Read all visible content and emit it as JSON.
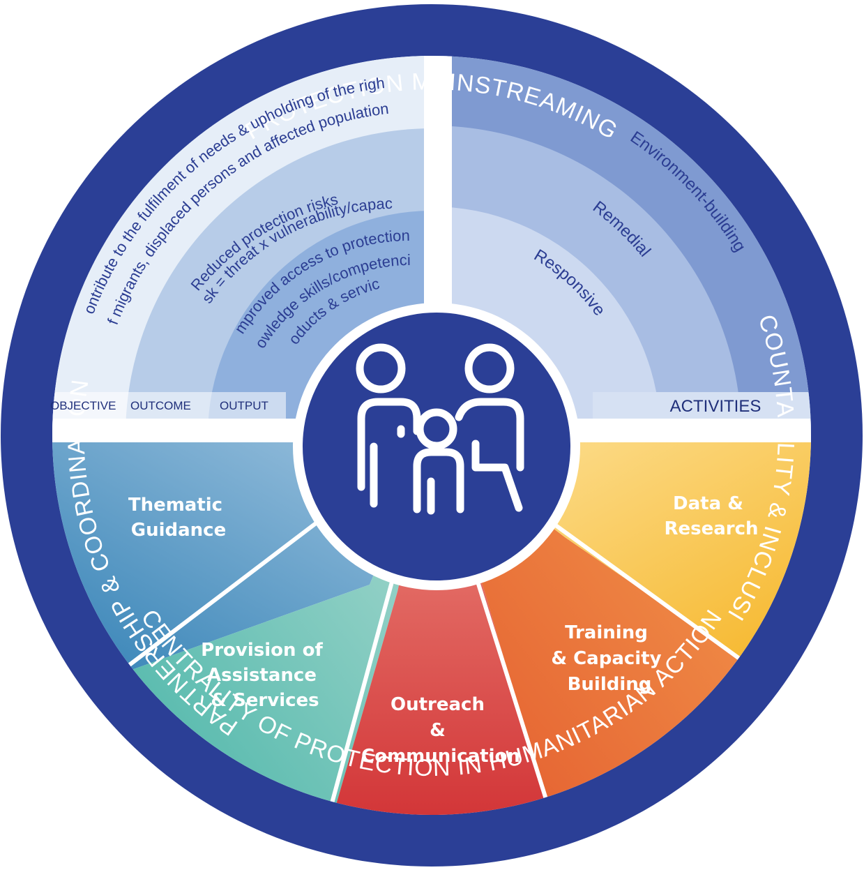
{
  "ring": {
    "top": "PROTECTION MAINSTREAMING",
    "left": "PARTNERSHIP & COORDINATION",
    "right": "ACCOUNTABILITY & INCLUSION",
    "bottom": "CENTRALITY OF PROTECTION IN HUMANITARIAN ACTION"
  },
  "results_chain": {
    "objective": {
      "label": "OBJECTIVE",
      "lines": [
        "Contribute to the fulfilment of needs & upholding of the rights",
        "of migrants, displaced persons and affected populations"
      ]
    },
    "outcome": {
      "label": "OUTCOME",
      "lines": [
        "Reduced protection risks",
        "(Risk = threat x vulnerability/capacity)"
      ]
    },
    "output": {
      "label": "OUTPUT",
      "lines": [
        "Improved access to protection",
        "knowledge skills/competencies,",
        "products & services"
      ]
    }
  },
  "activities": {
    "label": "ACTIVITIES",
    "levels": [
      "Environment-building",
      "Remedial",
      "Responsive"
    ]
  },
  "segments": [
    {
      "lines": [
        "Thematic",
        "Guidance"
      ],
      "color_from": "#2f7fb4",
      "color_to": "#9ec3df"
    },
    {
      "lines": [
        "Provision of",
        "Assistance",
        "& Services"
      ],
      "color_from": "#3fb1a4",
      "color_to": "#a9d9cf"
    },
    {
      "lines": [
        "Outreach",
        "&",
        "Communication"
      ],
      "color_from": "#cf2a2e",
      "color_to": "#ec8a7e"
    },
    {
      "lines": [
        "Training",
        "& Capacity",
        "Building"
      ],
      "color_from": "#e2562b",
      "color_to": "#f39a4e"
    },
    {
      "lines": [
        "Data &",
        "Research"
      ],
      "color_from": "#f5b21f",
      "color_to": "#fde29a"
    }
  ],
  "colors": {
    "ring": "#2b3f96",
    "center": "#2b3f96",
    "objective_band": "#e6eef8",
    "outcome_band": "#b7cce8",
    "output_band": "#8fb0dd",
    "activity_outer": "#7f9ad1",
    "activity_mid": "#a8bde3",
    "activity_inner": "#ccd9f0"
  },
  "center_icon": "family-icon"
}
